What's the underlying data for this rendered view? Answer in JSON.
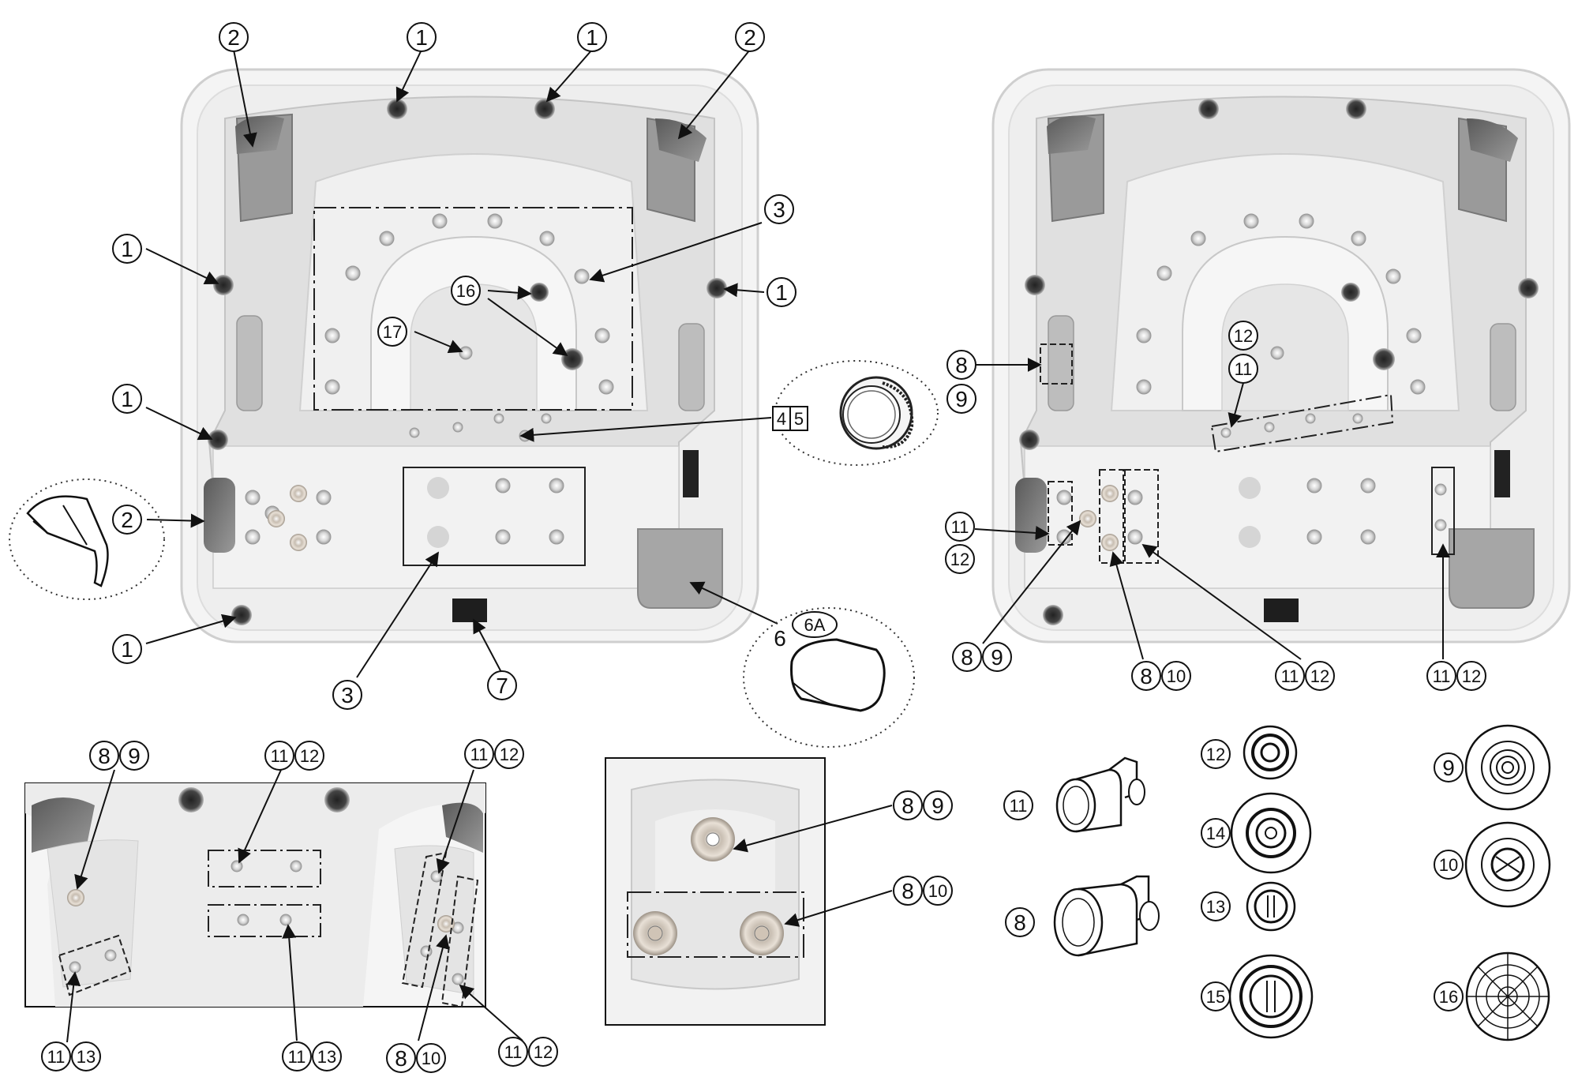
{
  "labels": {
    "n1": "1",
    "n2": "2",
    "n3": "3",
    "n4": "4",
    "n5": "5",
    "n6": "6",
    "n6A": "6A",
    "n7": "7",
    "n8": "8",
    "n9": "9",
    "n10": "10",
    "n11": "11",
    "n12": "12",
    "n13": "13",
    "n14": "14",
    "n15": "15",
    "n16": "16",
    "n17": "17"
  },
  "colors": {
    "shell": "#f3f3f3",
    "shell_edge": "#c9c9c9",
    "seat_grey": "#a8a8a8",
    "seat_dark": "#8a8a8a",
    "jet": "#d9d9d9",
    "callout_line": "#111111"
  }
}
